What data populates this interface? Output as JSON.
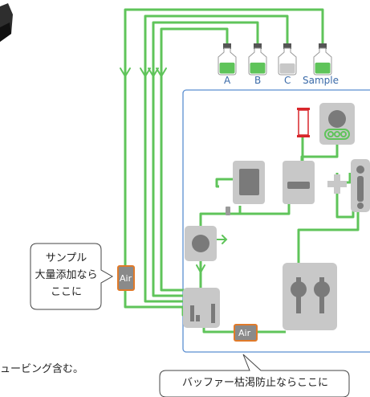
{
  "bottles": [
    {
      "label": "A",
      "fill_level": 0.65,
      "color": "#5fc45a"
    },
    {
      "label": "B",
      "fill_level": 0.65,
      "color": "#5fc45a"
    },
    {
      "label": "C",
      "fill_level": 0.6,
      "color": "#c8c8c8"
    },
    {
      "label": "Sample",
      "fill_level": 0.65,
      "color": "#5fc45a"
    }
  ],
  "air_label": "Air",
  "callout_left": {
    "lines": [
      "サンプル",
      "大量添加なら",
      "ここに"
    ]
  },
  "callout_bottom": {
    "text": "バッファー枯渇防止ならここに"
  },
  "footnote": "ュービング含む。",
  "colors": {
    "tube": "#5fc45a",
    "module": "#c8c8c8",
    "module_dark": "#7a7a7a",
    "air_fill": "#8a8a8a",
    "air_border": "#e07a2a",
    "frame": "#5b8fd1",
    "red_connector": "#d8262b"
  }
}
